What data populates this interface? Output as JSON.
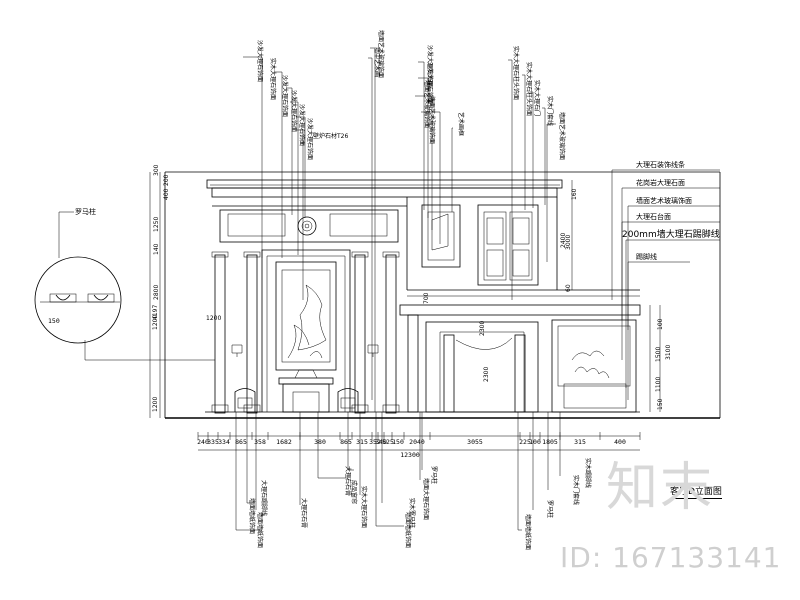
{
  "sheet": {
    "title": "客厅D立面图",
    "watermark": {
      "logo": "知末",
      "id": "ID: 167133141"
    }
  },
  "callouts": {
    "top_left": [
      "沙发大理石饰面",
      "实木大理石饰面",
      "沙发大理石饰面",
      "沙发大理石饰面",
      "沙发大理石饰面",
      "沙发大理石饰面"
    ],
    "top_mid": [
      "墙面艺术玻璃饰面",
      "墙中艺术画",
      "沙发大理石饰面",
      "沙发大理石饰面",
      "墙面艺术玻璃饰面",
      "墙面艺术玻璃饰面",
      "艺术画框"
    ],
    "top_right": [
      "实木大理石柱头饰面",
      "实木大理石柱头饰面",
      "实木大理石门",
      "实木门套线",
      "墙面艺术玻璃饰面"
    ],
    "right": [
      "大理石装饰线条",
      "花岗岩大理石面",
      "墙面艺术玻璃饰面",
      "大理石台面",
      "200mm墙大理石踢脚线",
      "踢脚线"
    ],
    "bottom_left": [
      "大理石踢脚线",
      "墙面墙纸饰面",
      "墙面墙纸饰面",
      "大理石石膏",
      "成品窗帘",
      "大理石石膏",
      "实木大理石饰面"
    ],
    "bottom_mid": [
      "罗马柱",
      "墙面大理石饰面",
      "实木罗马柱",
      "墙面墙纸饰面"
    ],
    "bottom_right": [
      "实木踢脚线",
      "实木门套线",
      "罗马柱",
      "墙面墙纸饰面"
    ],
    "side_detail": "罗马柱",
    "ornament_note": "壁炉石材T26"
  },
  "dimensions": {
    "bottom_row": [
      "240",
      "335",
      "334",
      "865",
      "358",
      "1682",
      "380",
      "865",
      "315",
      "352",
      "340",
      "525",
      "150",
      "2040",
      "3055",
      "225",
      "100",
      "1805",
      "315",
      "400"
    ],
    "total": "12300",
    "left_column": [
      "200",
      "400",
      "300",
      "1250",
      "140",
      "2800",
      "4197",
      "1200",
      "1200"
    ],
    "right_column": [
      "160",
      "3000",
      "2400",
      "60",
      "100",
      "3100",
      "1500",
      "1100",
      "150"
    ],
    "mid_heights": [
      "1200",
      "2300",
      "2300",
      "700"
    ],
    "detail": "150"
  }
}
